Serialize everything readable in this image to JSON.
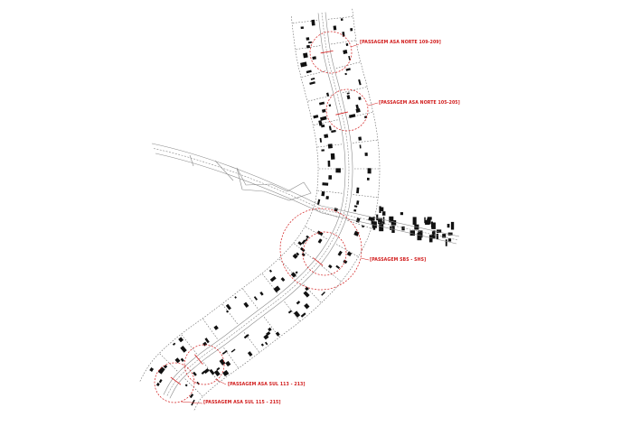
{
  "map": {
    "colors": {
      "background": "#ffffff",
      "buildings": "#111111",
      "road": "#8a8a8a",
      "grid": "#6a6a6a",
      "accent": "#d11a1a"
    },
    "labels": [
      "PASSAGEM ASA NORTE 109-209",
      "PASSAGEM ASA NORTE 105-205",
      "PASSAGEM SBS - SHS",
      "PASSAGEM ASA SUL 113 - 213",
      "PASSAGEM ASA SUL 115 - 215"
    ]
  }
}
